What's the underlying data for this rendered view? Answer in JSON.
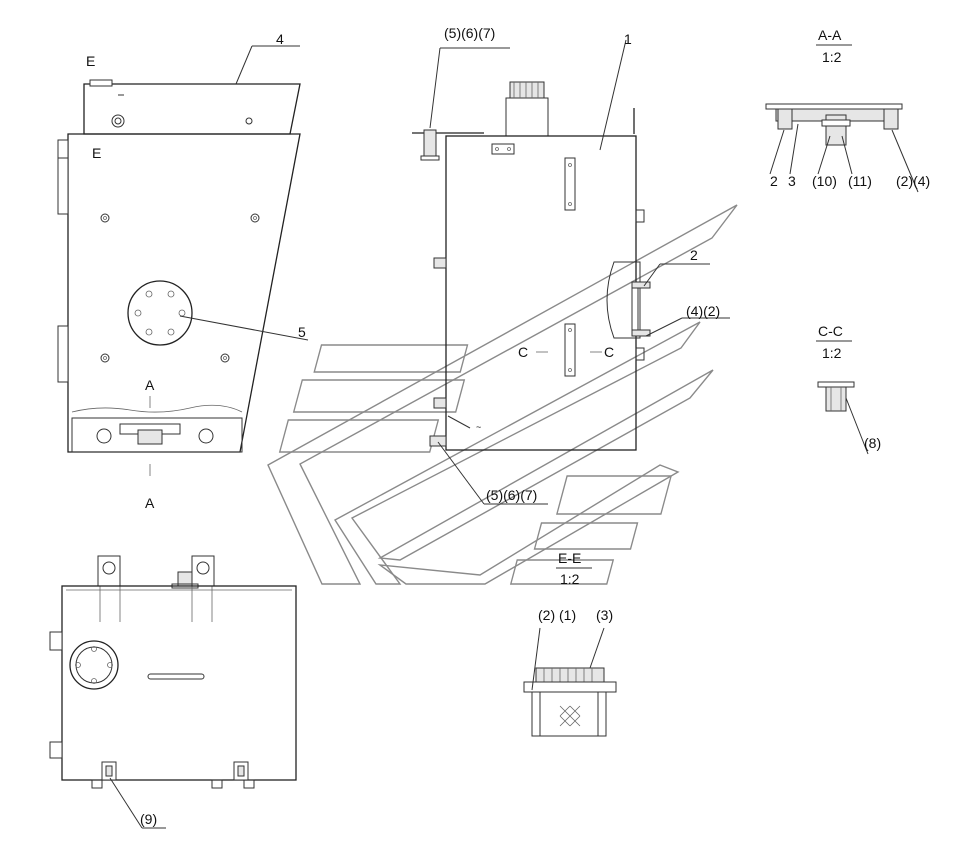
{
  "views": {
    "front": {
      "title": "E",
      "label_e2": "E",
      "section_top": "A",
      "section_bottom": "A"
    },
    "side": {
      "section_left": "C",
      "section_right": "C"
    },
    "section_aa": {
      "title": "A-A",
      "scale": "1:2"
    },
    "section_cc": {
      "title": "C-C",
      "scale": "1:2"
    },
    "section_ee": {
      "title": "E-E",
      "scale": "1:2"
    }
  },
  "callouts": {
    "front_4": "4",
    "front_5": "5",
    "side_567_top": "(5)(6)(7)",
    "side_1": "1",
    "side_2": "2",
    "side_42": "(4)(2)",
    "side_567_bottom": "(5)(6)(7)",
    "aa_2": "2",
    "aa_3": "3",
    "aa_10": "(10)",
    "aa_11": "(11)",
    "aa_24": "(2)(4)",
    "cc_8": "(8)",
    "ee_21": "(2) (1)",
    "ee_3": "(3)",
    "bottom_9": "(9)"
  }
}
